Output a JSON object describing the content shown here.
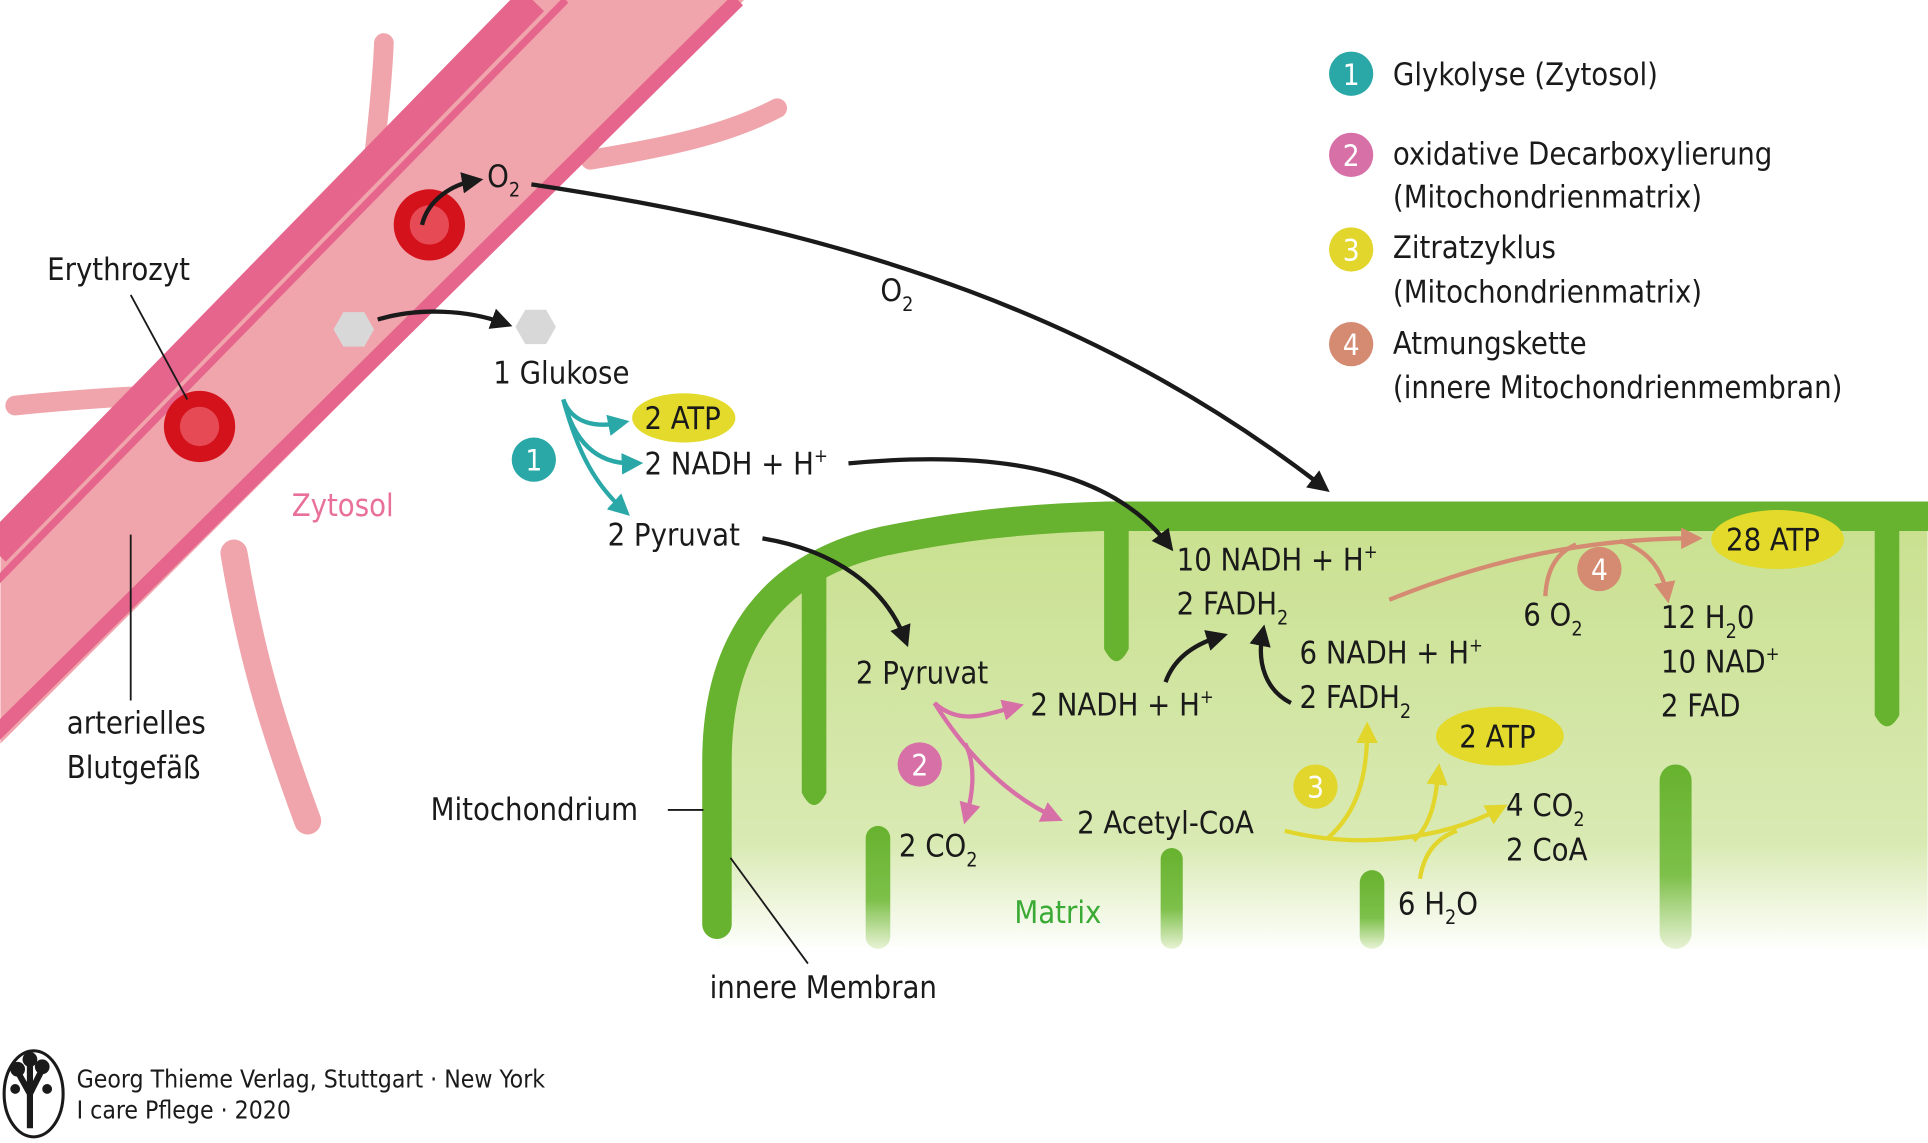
{
  "colors": {
    "vessel": "#f0a4ab",
    "vessel_stripe": "#e6658c",
    "erythrocyte": "#d3121c",
    "membrane": "#67b22e",
    "matrix": "#cde398",
    "step1": "#2aa8a8",
    "step2": "#d870a8",
    "step3": "#e2d62c",
    "step4": "#d58a72",
    "atp_fill": "#e3da2c",
    "zytosol_label": "#e8709a",
    "matrix_label": "#3aaa35"
  },
  "legend": [
    {
      "num": "1",
      "line1": "Glykolyse (Zytosol)",
      "line2": ""
    },
    {
      "num": "2",
      "line1": "oxidative Decarboxylierung",
      "line2": "(Mitochondrienmatrix)"
    },
    {
      "num": "3",
      "line1": "Zitratzyklus",
      "line2": "(Mitochondrienmatrix)"
    },
    {
      "num": "4",
      "line1": "Atmungskette",
      "line2": "(innere Mitochondrienmembran)"
    }
  ],
  "labels": {
    "erythrozyt": "Erythrozyt",
    "gefaess_1": "arterielles",
    "gefaess_2": "Blutgefäß",
    "zytosol": "Zytosol",
    "mitochondrium": "Mitochondrium",
    "innere_membran": "innere Membran",
    "matrix": "Matrix"
  },
  "molecules": {
    "o2_a": {
      "main": "O",
      "sub": "2"
    },
    "o2_b": {
      "main": "O",
      "sub": "2"
    },
    "glukose": "1 Glukose",
    "atp_glyk": "2 ATP",
    "nadh_glyk": {
      "main": "2 NADH + H",
      "sup": "+"
    },
    "pyruvat_out": "2 Pyruvat",
    "pyruvat_in": "2 Pyruvat",
    "nadh_decarb": {
      "main": "2 NADH + H",
      "sup": "+"
    },
    "co2_decarb": {
      "main": "2 CO",
      "sub": "2"
    },
    "acetyl": "2 Acetyl-CoA",
    "nadh_total": {
      "main": "10 NADH + H",
      "sup": "+"
    },
    "fadh_total": {
      "main": "2 FADH",
      "sub": "2"
    },
    "nadh_citrat": {
      "main": "6 NADH + H",
      "sup": "+"
    },
    "fadh_citrat": {
      "main": "2 FADH",
      "sub": "2"
    },
    "atp_citrat": "2 ATP",
    "co2_citrat": {
      "main": "4 CO",
      "sub": "2"
    },
    "coa": "2 CoA",
    "h2o_in": {
      "pre": "6 H",
      "sub": "2",
      "post": "O"
    },
    "o2_chain": {
      "main": "6 O",
      "sub": "2"
    },
    "atp_chain": "28 ATP",
    "h2o_out": {
      "pre": "12 H",
      "sub": "2",
      "post": "0"
    },
    "nad_out": {
      "main": "10 NAD",
      "sup": "+"
    },
    "fad_out": "2 FAD"
  },
  "footer": {
    "line1": "Georg Thieme Verlag, Stuttgart · New York",
    "line2": "I care Pflege · 2020"
  }
}
